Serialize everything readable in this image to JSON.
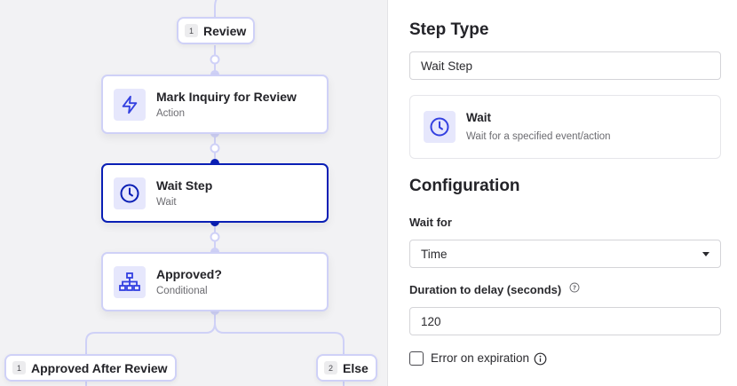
{
  "canvas": {
    "branch_top": {
      "number": "1",
      "label": "Review"
    },
    "steps": [
      {
        "title": "Mark Inquiry for Review",
        "subtitle": "Action",
        "icon": "lightning-icon",
        "selected": false
      },
      {
        "title": "Wait Step",
        "subtitle": "Wait",
        "icon": "clock-icon",
        "selected": true
      },
      {
        "title": "Approved?",
        "subtitle": "Conditional",
        "icon": "sitemap-icon",
        "selected": false
      }
    ],
    "branches": [
      {
        "number": "1",
        "label": "Approved After Review"
      },
      {
        "number": "2",
        "label": "Else"
      }
    ],
    "colors": {
      "accent": "#0a1fb5",
      "icon": "#3340e0",
      "wire": "#cfd1f7",
      "icon_bg": "#e6e7fc"
    }
  },
  "panel": {
    "step_type_heading": "Step Type",
    "step_name_value": "Wait Step",
    "type_card": {
      "title": "Wait",
      "description": "Wait for a specified event/action",
      "icon": "clock-icon"
    },
    "configuration_heading": "Configuration",
    "wait_for": {
      "label": "Wait for",
      "selected": "Time"
    },
    "duration": {
      "label": "Duration to delay (seconds)",
      "value": "120"
    },
    "error_on_expiration": {
      "label": "Error on expiration",
      "checked": false
    }
  }
}
